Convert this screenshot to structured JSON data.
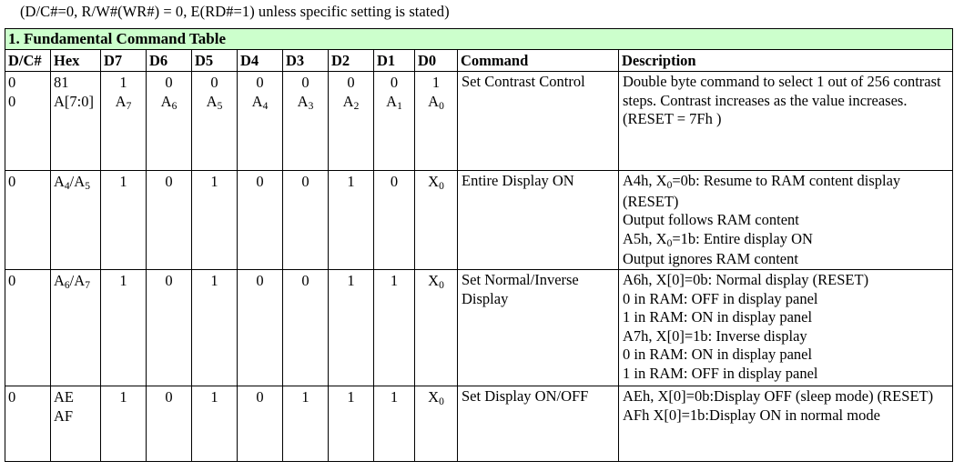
{
  "document": {
    "preamble": "(D/C#=0, R/W#(WR#) = 0, E(RD#=1) unless specific setting is stated)",
    "section_title": "1. Fundamental Command Table",
    "accent_color": "#ccffcc",
    "border_color": "#000000",
    "text_color": "#000000"
  },
  "table": {
    "columns": [
      "D/C#",
      "Hex",
      "D7",
      "D6",
      "D5",
      "D4",
      "D3",
      "D2",
      "D1",
      "D0",
      "Command",
      "Description"
    ],
    "rows": [
      {
        "dc": "0\n0",
        "hex": "81\nA[7:0]",
        "d7": "1\nA7",
        "d6": "0\nA6",
        "d5": "0\nA5",
        "d4": "0\nA4",
        "d3": "0\nA3",
        "d2": "0\nA2",
        "d1": "0\nA1",
        "d0": "1\nA0",
        "command": "Set Contrast Control",
        "description": "Double byte command to select 1 out of 256 contrast steps. Contrast increases as the value increases.\n(RESET = 7Fh )"
      },
      {
        "dc": "0",
        "hex": "A4/A5",
        "d7": "1",
        "d6": "0",
        "d5": "1",
        "d4": "0",
        "d3": "0",
        "d2": "1",
        "d1": "0",
        "d0": "X0",
        "command": "Entire Display ON",
        "description": "A4h, X0=0b: Resume to RAM content display (RESET)\n              Output follows RAM content\nA5h, X0=1b: Entire display ON\n              Output ignores RAM content"
      },
      {
        "dc": "0",
        "hex": "A6/A7",
        "d7": "1",
        "d6": "0",
        "d5": "1",
        "d4": "0",
        "d3": "0",
        "d2": "1",
        "d1": "1",
        "d0": "X0",
        "command": "Set Normal/Inverse Display",
        "description": "A6h, X[0]=0b: Normal display (RESET)\n           0 in RAM: OFF in display panel\n           1 in RAM: ON in display panel\nA7h, X[0]=1b: Inverse display\n           0 in RAM: ON in display panel\n           1 in RAM: OFF in display panel"
      },
      {
        "dc": "0",
        "hex": "AE\nAF",
        "d7": "1",
        "d6": "0",
        "d5": "1",
        "d4": "0",
        "d3": "1",
        "d2": "1",
        "d1": "1",
        "d0": "X0",
        "command": "Set Display ON/OFF",
        "description": "AEh, X[0]=0b:Display OFF (sleep mode) (RESET)\nAFh  X[0]=1b:Display ON in normal mode"
      }
    ]
  }
}
